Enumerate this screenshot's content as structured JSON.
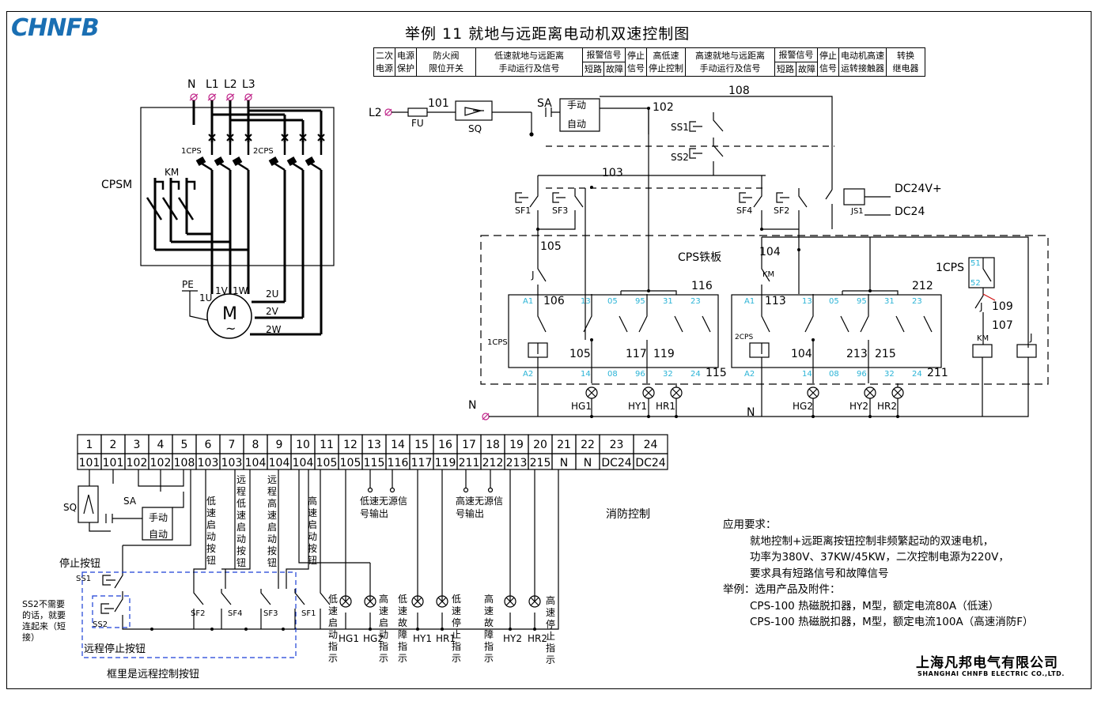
{
  "logo": "CHNFB",
  "title": "举例 11   就地与远距离电动机双速控制图",
  "header_columns": [
    {
      "top": "二次",
      "bottom": "电源"
    },
    {
      "top": "电源",
      "bottom": "保护"
    },
    {
      "top": "防火阀",
      "bottom": "限位开关"
    },
    {
      "top": "低速就地与远距离",
      "bottom": "手动运行及信号"
    },
    {
      "top": "报警信号",
      "bottom_a": "短路",
      "bottom_b": "故障"
    },
    {
      "top": "停止",
      "bottom": "信号"
    },
    {
      "top": "高低速",
      "bottom": "停止控制"
    },
    {
      "top": "高速就地与远距离",
      "bottom": "手动运行及信号"
    },
    {
      "top": "报警信号",
      "bottom_a": "短路",
      "bottom_b": "故障"
    },
    {
      "top": "停止",
      "bottom": "信号"
    },
    {
      "top": "电动机高速",
      "bottom": "运转接触器"
    },
    {
      "top": "转换",
      "bottom": "继电器"
    }
  ],
  "power": {
    "phases": [
      "N",
      "L1",
      "L2",
      "L3"
    ],
    "cpsm": "CPSM",
    "cps1": "1CPS",
    "cps2": "2CPS",
    "km": "KM",
    "pe": "PE",
    "motor": "M",
    "motor_tilde": "~",
    "low_terms": [
      "1U",
      "1V",
      "1W"
    ],
    "high_terms": [
      "2U",
      "2V",
      "2W"
    ]
  },
  "control": {
    "l2": "L2",
    "fu": "FU",
    "sq": "SQ",
    "sa": "SA",
    "manual": "手动",
    "auto": "自动",
    "wires": [
      "101",
      "102",
      "103",
      "104",
      "105",
      "106",
      "107",
      "108",
      "109",
      "113",
      "116",
      "212",
      "115",
      "211"
    ],
    "ss1": "SS1",
    "ss2": "SS2",
    "sf1": "SF1",
    "sf2": "SF2",
    "sf3": "SF3",
    "sf4": "SF4",
    "js1": "JS1",
    "dc24p": "DC24V+",
    "dc24": "DC24",
    "cps_plate": "CPS铁板",
    "j": "J",
    "km": "KM",
    "cps1": "1CPS",
    "cps2": "2CPS",
    "n": "N",
    "cps_terms_top": [
      "A1",
      "13",
      "05",
      "95",
      "31",
      "23"
    ],
    "cps_terms_bot": [
      "A2",
      "14",
      "08",
      "96",
      "32",
      "24"
    ],
    "contact_nums_low": [
      "105",
      "117",
      "119"
    ],
    "contact_nums_high": [
      "104",
      "213",
      "215"
    ],
    "cps1_small": [
      "51",
      "52"
    ],
    "lamps_low": [
      "HG1",
      "HY1",
      "HR1"
    ],
    "lamps_high": [
      "HG2",
      "HY2",
      "HR2"
    ]
  },
  "terminal_block": {
    "numbers": [
      "1",
      "2",
      "3",
      "4",
      "5",
      "6",
      "7",
      "8",
      "9",
      "10",
      "11",
      "12",
      "13",
      "14",
      "15",
      "16",
      "17",
      "18",
      "19",
      "20",
      "21",
      "22",
      "23",
      "24"
    ],
    "wires": [
      "101",
      "101",
      "102",
      "102",
      "108",
      "103",
      "103",
      "104",
      "104",
      "104",
      "105",
      "105",
      "115",
      "116",
      "117",
      "119",
      "211",
      "212",
      "213",
      "215",
      "N",
      "N",
      "DC24",
      "DC24"
    ]
  },
  "remote": {
    "sq": "SQ",
    "sa": "SA",
    "manual": "手动",
    "auto": "自动",
    "stop_btn": "停止按钮",
    "ss1": "SS1",
    "ss2": "SS2",
    "ss2_note": "SS2不需要的话，就要连起来（短接）",
    "remote_stop": "远程停止按钮",
    "box_note": "框里是远程控制按钮",
    "sf": [
      "SF2",
      "SF4",
      "SF3",
      "SF1"
    ],
    "v_low_start": "低速启动按钮",
    "v_remote_low": "远程低速启动按钮",
    "v_remote_high": "远程高速启动按钮",
    "v_high_start": "高速启动按钮",
    "low_nosrc": "低速无源信号输出",
    "high_nosrc": "高速无源信号输出",
    "fire": "消防控制",
    "lamps": [
      "HG1",
      "HG2",
      "HY1",
      "HR1",
      "HY2",
      "HR2"
    ],
    "v_hg1": "低速启动指示",
    "v_hg2": "高速启动指示",
    "v_hy1": "低速故障指示",
    "v_hr1": "低速停止指示",
    "v_hy2": "高速故障指示",
    "v_hr2": "高速停止指示"
  },
  "notes": {
    "heading": "应用要求：",
    "lines": [
      "就地控制+远距离按钮控制非频繁起动的双速电机，",
      "功率为380V、37KW/45KW，二次控制电源为220V，",
      "要求具有短路信号和故障信号"
    ],
    "example": "举例：选用产品及附件：",
    "products": [
      "CPS-100 热磁脱扣器，M型，额定电流80A（低速）",
      "CPS-100 热磁脱扣器，M型，额定电流100A（高速消防F）"
    ]
  },
  "company": {
    "cn": "上海凡邦电气有限公司",
    "en": "SHANGHAI CHNFB ELECTRIC CO.,LTD."
  },
  "colors": {
    "logo": "#1a6fb3",
    "terminal_num": "#2ab3d6",
    "dashed_box": "#1a3fd6",
    "phase_mark": "#c0268a"
  }
}
